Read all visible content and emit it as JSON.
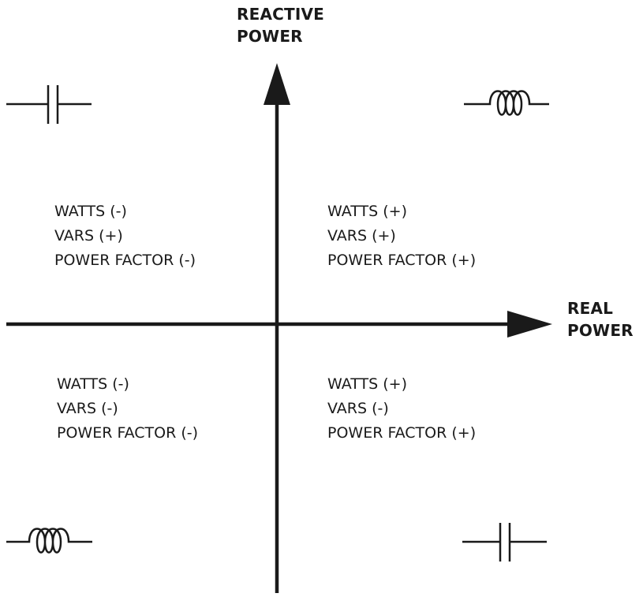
{
  "axes": {
    "vertical_label": [
      "REACTIVE",
      "POWER"
    ],
    "horizontal_label": [
      "REAL",
      "POWER"
    ]
  },
  "quadrants": {
    "upper_left": {
      "lines": [
        "WATTS (-)",
        "VARS (+)",
        "POWER FACTOR (-)"
      ],
      "component": "capacitor-icon"
    },
    "upper_right": {
      "lines": [
        "WATTS (+)",
        "VARS (+)",
        "POWER FACTOR (+)"
      ],
      "component": "inductor-icon"
    },
    "lower_left": {
      "lines": [
        "WATTS (-)",
        "VARS (-)",
        "POWER FACTOR (-)"
      ],
      "component": "inductor-icon"
    },
    "lower_right": {
      "lines": [
        "WATTS (+)",
        "VARS (-)",
        "POWER FACTOR (+)"
      ],
      "component": "capacitor-icon"
    }
  },
  "colors": {
    "ink": "#1a1a1a",
    "background": "#ffffff"
  }
}
